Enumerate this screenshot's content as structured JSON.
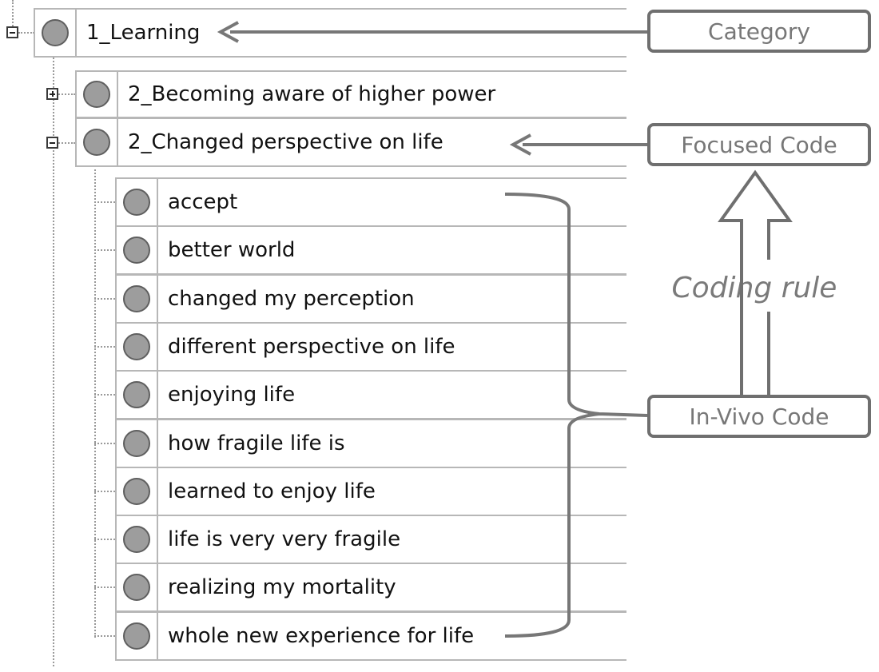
{
  "tree": {
    "category": {
      "label": "1_Learning",
      "expander": "minus",
      "icon": "circle-node-icon"
    },
    "focused_codes": [
      {
        "label": "2_Becoming aware of higher power",
        "expander": "plus",
        "icon": "circle-node-icon"
      },
      {
        "label": "2_Changed perspective on life",
        "expander": "minus",
        "icon": "circle-node-icon"
      }
    ],
    "in_vivo_codes": [
      "accept",
      "better world",
      "changed my perception",
      "different perspective on life",
      "enjoying life",
      "how fragile life is",
      "learned to enjoy life",
      "life is very very fragile",
      "realizing my mortality",
      "whole new experience for life"
    ]
  },
  "annotations": {
    "category": "Category",
    "focused_code": "Focused Code",
    "in_vivo_code": "In-Vivo Code",
    "coding_rule": "Coding rule"
  },
  "colors": {
    "annotation_border": "#6f6f6f",
    "annotation_text": "#777777",
    "node_fill": "#9d9d9d",
    "row_border": "#b7b7b7"
  }
}
